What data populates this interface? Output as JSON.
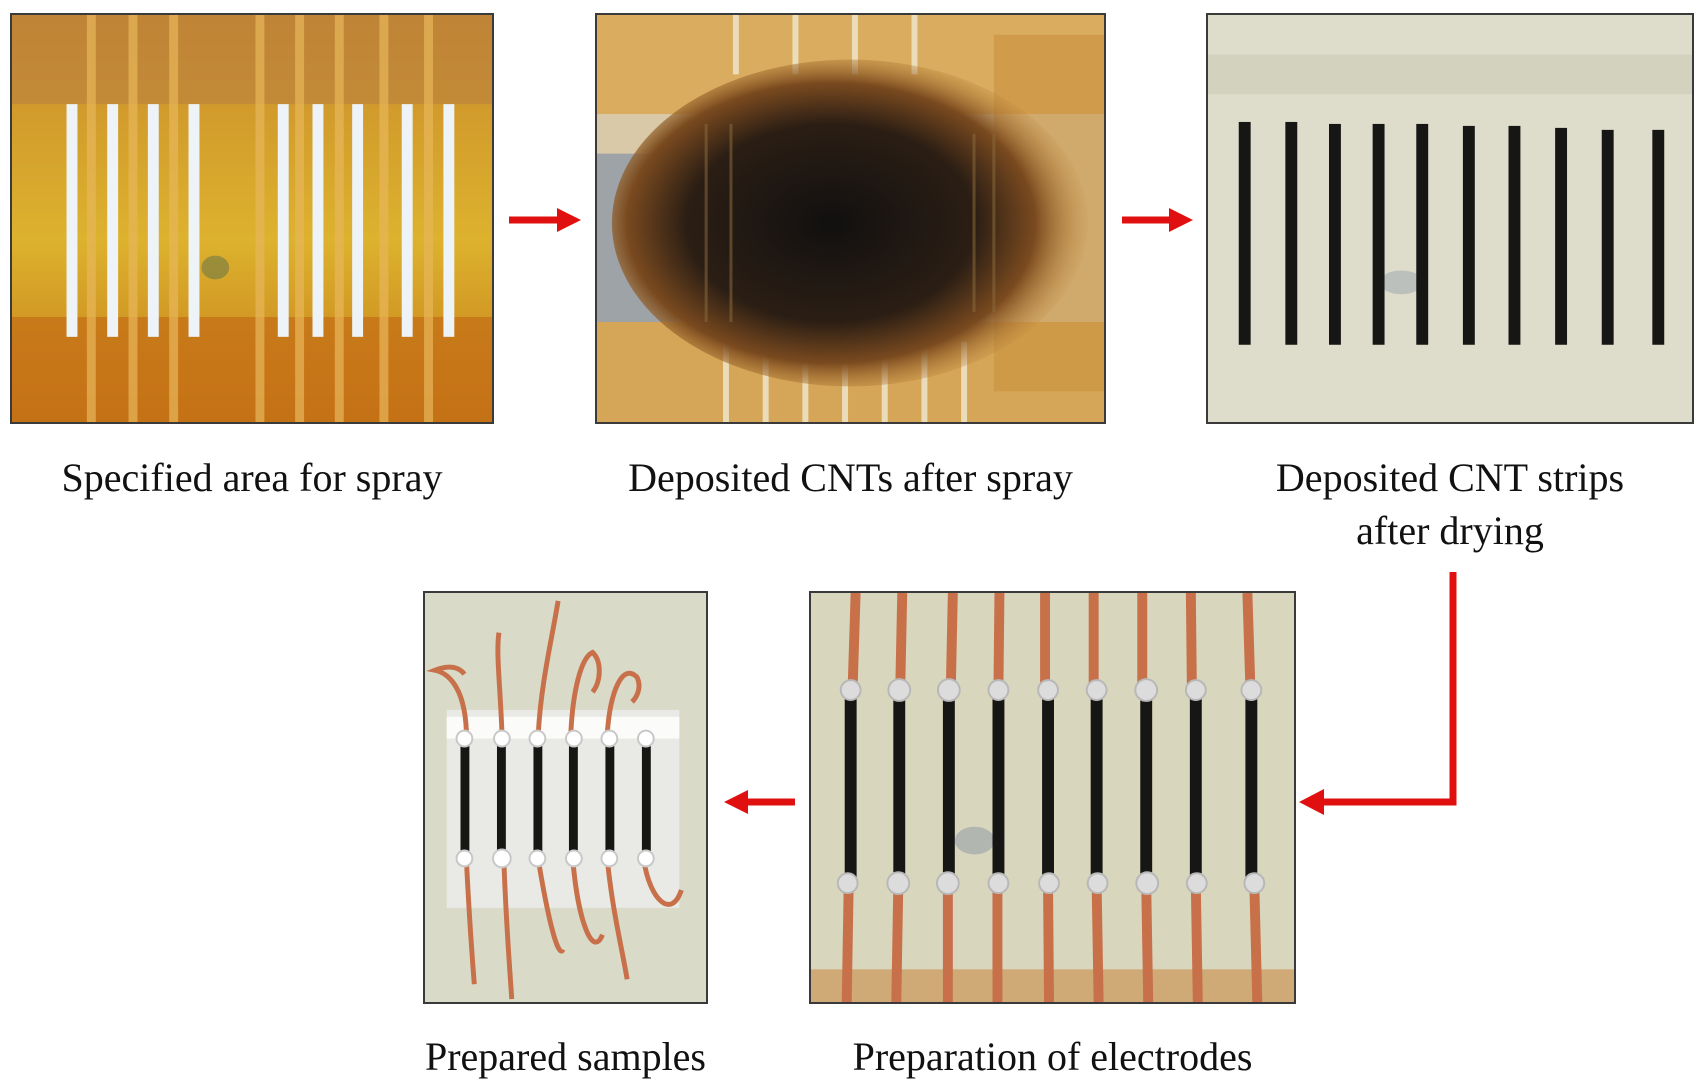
{
  "flow_steps": [
    {
      "caption": "Specified area for spray"
    },
    {
      "caption": "Deposited CNTs after spray"
    },
    {
      "caption_lines": [
        "Deposited CNT strips",
        "after drying"
      ]
    },
    {
      "caption": "Preparation of electrodes"
    },
    {
      "caption": "Prepared samples"
    }
  ],
  "colors": {
    "arrow": "#e01010",
    "kapton": "#c9901c",
    "kapton_light": "#e2b43a",
    "substrate": "#dddcc8",
    "cnt": "#1a1a18",
    "copper": "#c7704a",
    "silver_paste": "#d9d9d9",
    "frame": "#3a3a3a"
  }
}
